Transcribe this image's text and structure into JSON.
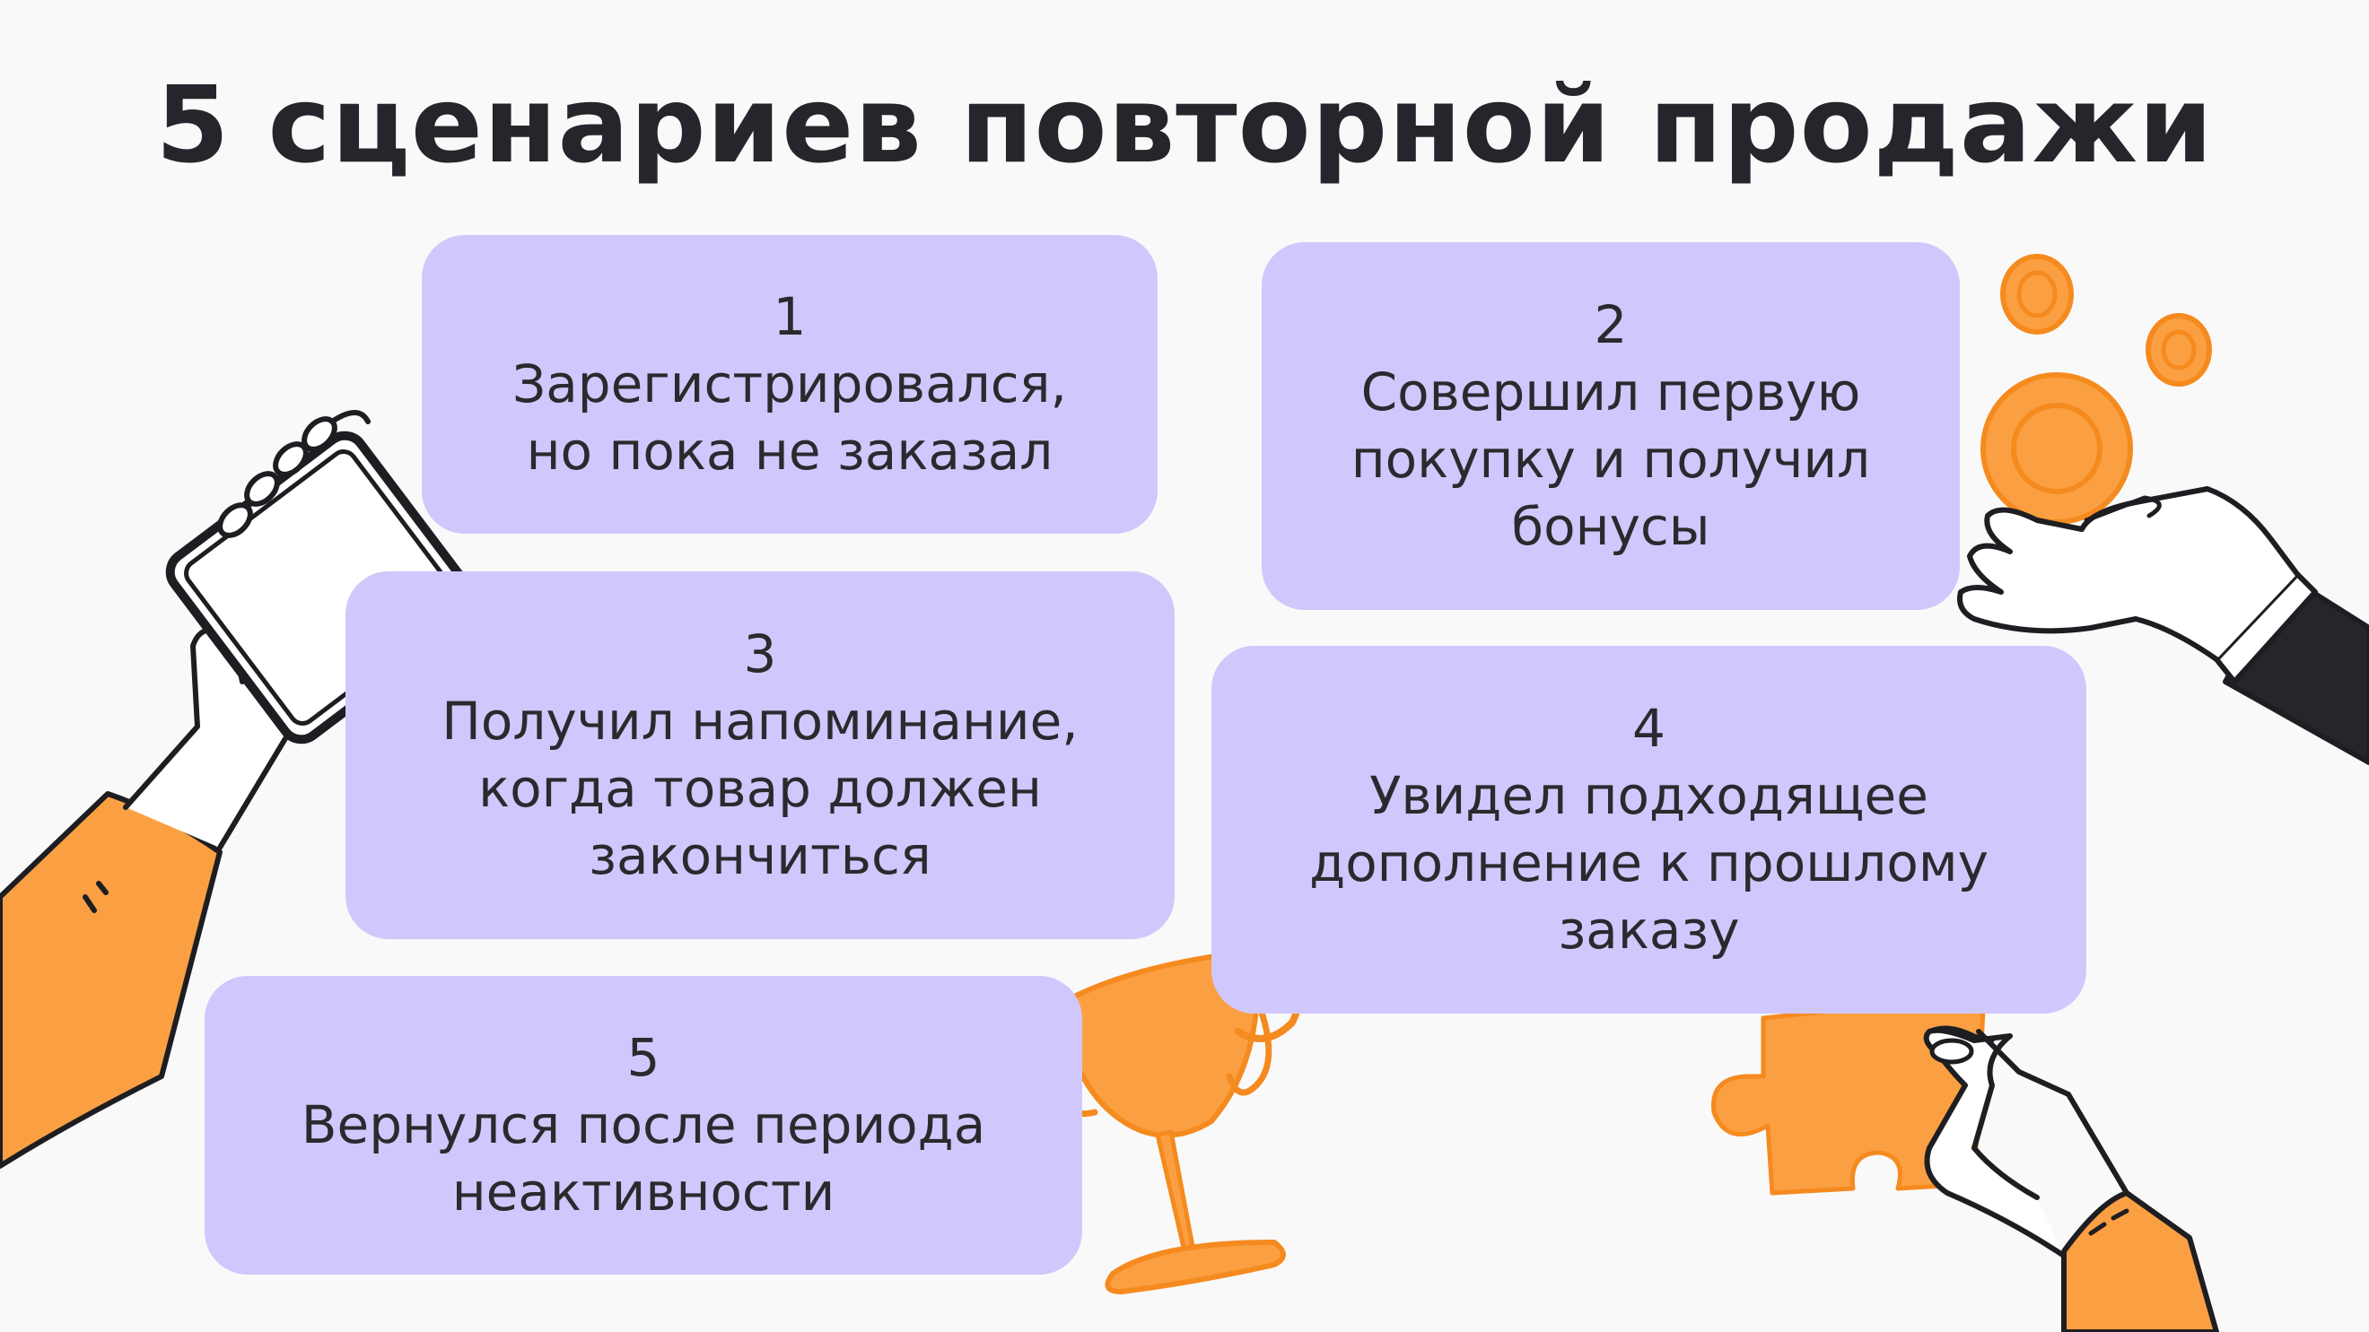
{
  "title": "5 сценариев повторной продажи",
  "scenarios": [
    {
      "number": "1",
      "text": "Зарегистрировался,\nно пока не заказал"
    },
    {
      "number": "2",
      "text": "Совершил первую\nпокупку и получил\nбонусы"
    },
    {
      "number": "3",
      "text": "Получил напоминание,\nкогда товар должен\nзакончиться"
    },
    {
      "number": "4",
      "text": "Увидел подходящее\nдополнение к прошлому\nзаказу"
    },
    {
      "number": "5",
      "text": "Вернулся после периода\nнеактивности"
    }
  ],
  "colors": {
    "background": "#f9f9f9",
    "card": "#d0c8fc",
    "accent": "#fba042",
    "ink": "#25262b"
  },
  "illustrations": [
    "hand-holding-phone-icon",
    "hand-with-coins-icon",
    "trophy-cup-icon",
    "hand-with-puzzle-piece-icon"
  ]
}
